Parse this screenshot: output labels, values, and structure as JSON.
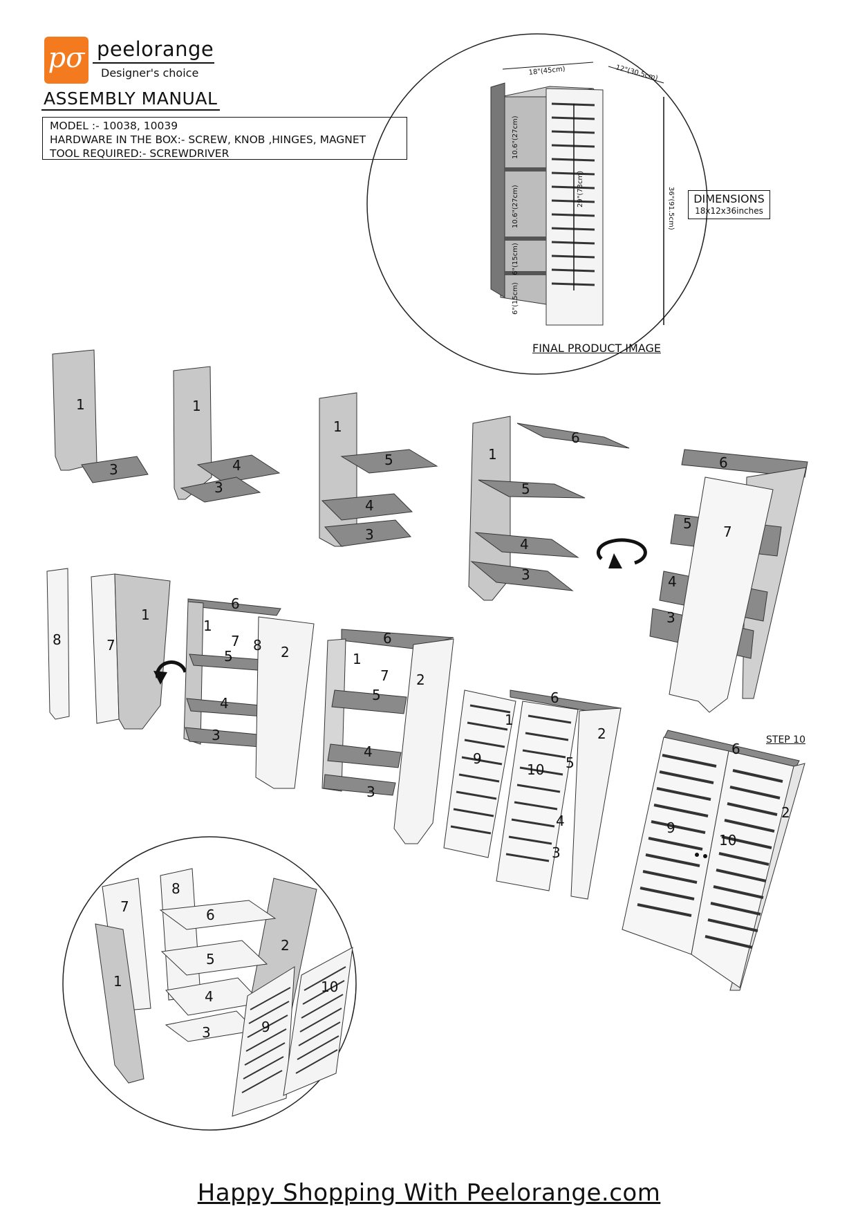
{
  "brand": {
    "logo_text": "pσ",
    "name": "peelorange",
    "tagline": "Designer's choice"
  },
  "title": "ASSEMBLY MANUAL",
  "info": {
    "model": "MODEL :- 10038, 10039",
    "hardware": "HARDWARE IN THE BOX:- SCREW, KNOB ,HINGES, MAGNET",
    "tool": "TOOL REQUIRED:- SCREWDRIVER"
  },
  "final_product": {
    "label": "FINAL PRODUCT IMAGE",
    "dimensions_title": "DIMENSIONS",
    "dimensions_value": "18x12x36inches",
    "measurements": {
      "width": "18\"(45cm)",
      "depth": "12\"(30.5cm)",
      "height": "36\"(91.5cm)",
      "door": "29\"(73cm)",
      "shelf_gap_1": "10.6\"(27cm)",
      "shelf_gap_2": "10.6\"(27cm)",
      "shelf_gap_3": "6\"(15cm)",
      "base_gap": "6\"(15cm)"
    }
  },
  "steps": [
    {
      "parts": [
        "1",
        "3"
      ]
    },
    {
      "parts": [
        "1",
        "4",
        "3"
      ]
    },
    {
      "parts": [
        "1",
        "5",
        "4",
        "3"
      ]
    },
    {
      "parts": [
        "1",
        "6",
        "5",
        "4",
        "3"
      ]
    },
    {
      "parts": [
        "6",
        "7",
        "5",
        "4",
        "3"
      ]
    },
    {
      "parts": [
        "8",
        "7",
        "1"
      ]
    },
    {
      "parts": [
        "6",
        "1",
        "7",
        "8",
        "5",
        "2",
        "4",
        "3"
      ]
    },
    {
      "parts": [
        "6",
        "1",
        "7",
        "5",
        "2",
        "4",
        "3"
      ]
    },
    {
      "parts": [
        "6",
        "1",
        "2",
        "9",
        "10",
        "5",
        "4",
        "3"
      ]
    },
    {
      "parts": [
        "6",
        "2",
        "9",
        "10"
      ],
      "label": "STEP 10"
    }
  ],
  "exploded_view": {
    "parts": [
      "7",
      "8",
      "6",
      "2",
      "5",
      "1",
      "4",
      "10",
      "3",
      "9"
    ]
  },
  "footer": "Happy Shopping With Peelorange.com",
  "colors": {
    "brand_orange": "#f47a1f",
    "panel_gray": "#c8c8c8",
    "shelf_dark": "#8a8a8a"
  },
  "icons": [
    "rotate-icon"
  ]
}
